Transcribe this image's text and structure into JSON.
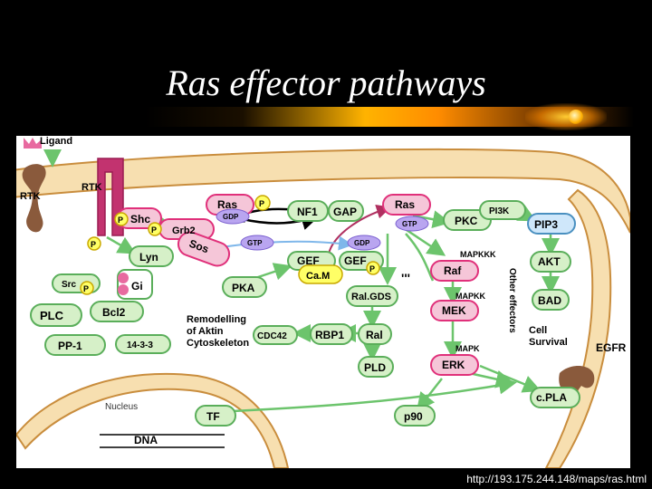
{
  "slide": {
    "title": "Ras effector pathways",
    "footer_url": "http://193.175.244.148/maps/ras.html"
  },
  "colors": {
    "background": "#000000",
    "title_text": "#ffffff",
    "title_bar_accent": "#ffa500",
    "membrane_fill": "#f7dfb0",
    "membrane_stroke": "#c98d3d",
    "protein_pink": "#f5c6d8",
    "protein_pink_stroke": "#e0307a",
    "protein_green": "#d6f0c8",
    "protein_green_stroke": "#5aae5a",
    "protein_blue": "#cfe7fa",
    "protein_purple": "#b9a5f0",
    "phosphate_yellow": "#ffff66",
    "arrow_green": "#6cc46c",
    "arrow_black": "#000000",
    "receptor_brown": "#8a5a3c"
  },
  "diagram": {
    "labels": {
      "ligand": "Ligand",
      "rtk_left": "RTK",
      "rtk_right": "RTK",
      "p": "P",
      "shc": "Shc",
      "grb2": "Grb2",
      "sos": "Sos",
      "lyn": "Lyn",
      "src": "Src",
      "gi": "Gi",
      "plc": "PLC",
      "bcl2": "Bcl2",
      "pp1": "PP-1",
      "p1433": "14-3-3",
      "ras_top": "Ras",
      "gdp": "GDP",
      "gtp": "GTP",
      "nf1": "NF1",
      "gap": "GAP",
      "ras_right": "Ras",
      "pkc": "PKC",
      "pi3k": "PI3K",
      "pip3": "PIP3",
      "gef": "GEF",
      "cam": "Ca.M",
      "dots": "'''",
      "mapkkk": "MAPKKK",
      "raf": "Raf",
      "other_effectors": "Other effectors",
      "akt": "AKT",
      "pka": "PKA",
      "ralgds": "Ral.GDS",
      "mapkk": "MAPKK",
      "mek": "MEK",
      "bad": "BAD",
      "remodelling_1": "Remodelling",
      "remodelling_2": "of Aktin",
      "remodelling_3": "Cytoskeleton",
      "cdc42": "CDC42",
      "rbp1": "RBP1",
      "ral": "Ral",
      "cell_survival_1": "Cell",
      "cell_survival_2": "Survival",
      "egfr": "EGFR",
      "mapk": "MAPK",
      "erk": "ERK",
      "pld": "PLD",
      "cpla": "c.PLA",
      "nucleus": "Nucleus",
      "tf": "TF",
      "p90": "p90",
      "dna": "DNA"
    }
  }
}
